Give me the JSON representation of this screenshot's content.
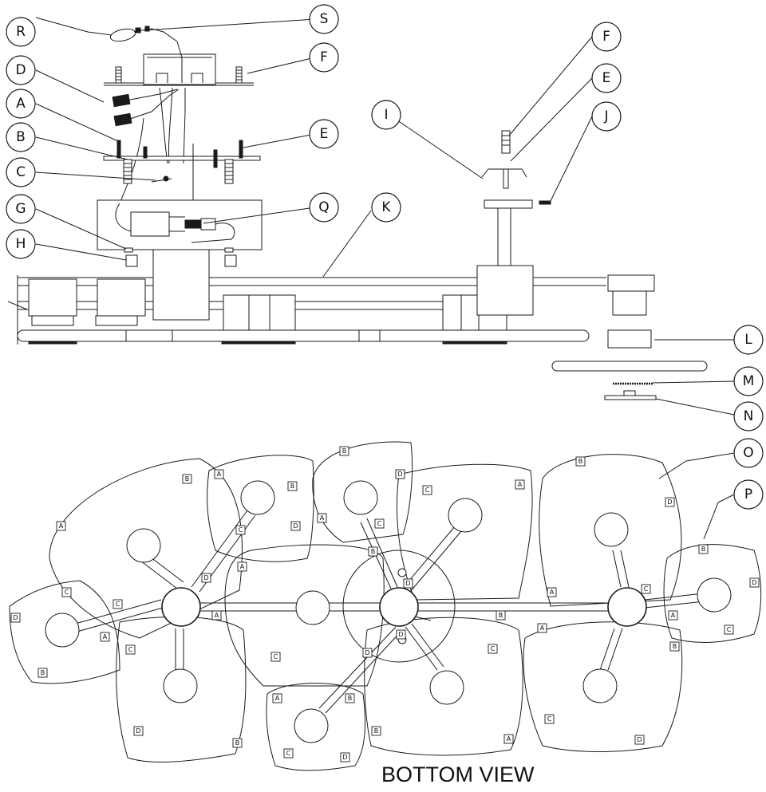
{
  "callouts": {
    "R": "R",
    "S": "S",
    "F": "F",
    "D": "D",
    "A": "A",
    "B": "B",
    "C": "C",
    "E": "E",
    "G": "G",
    "H": "H",
    "I": "I",
    "J": "J",
    "Q": "Q",
    "K": "K",
    "L": "L",
    "M": "M",
    "N": "N",
    "O": "O",
    "P": "P"
  },
  "pads": {
    "A": "A",
    "B": "B",
    "C": "C",
    "D": "D"
  },
  "caption": "BOTTOM VIEW"
}
